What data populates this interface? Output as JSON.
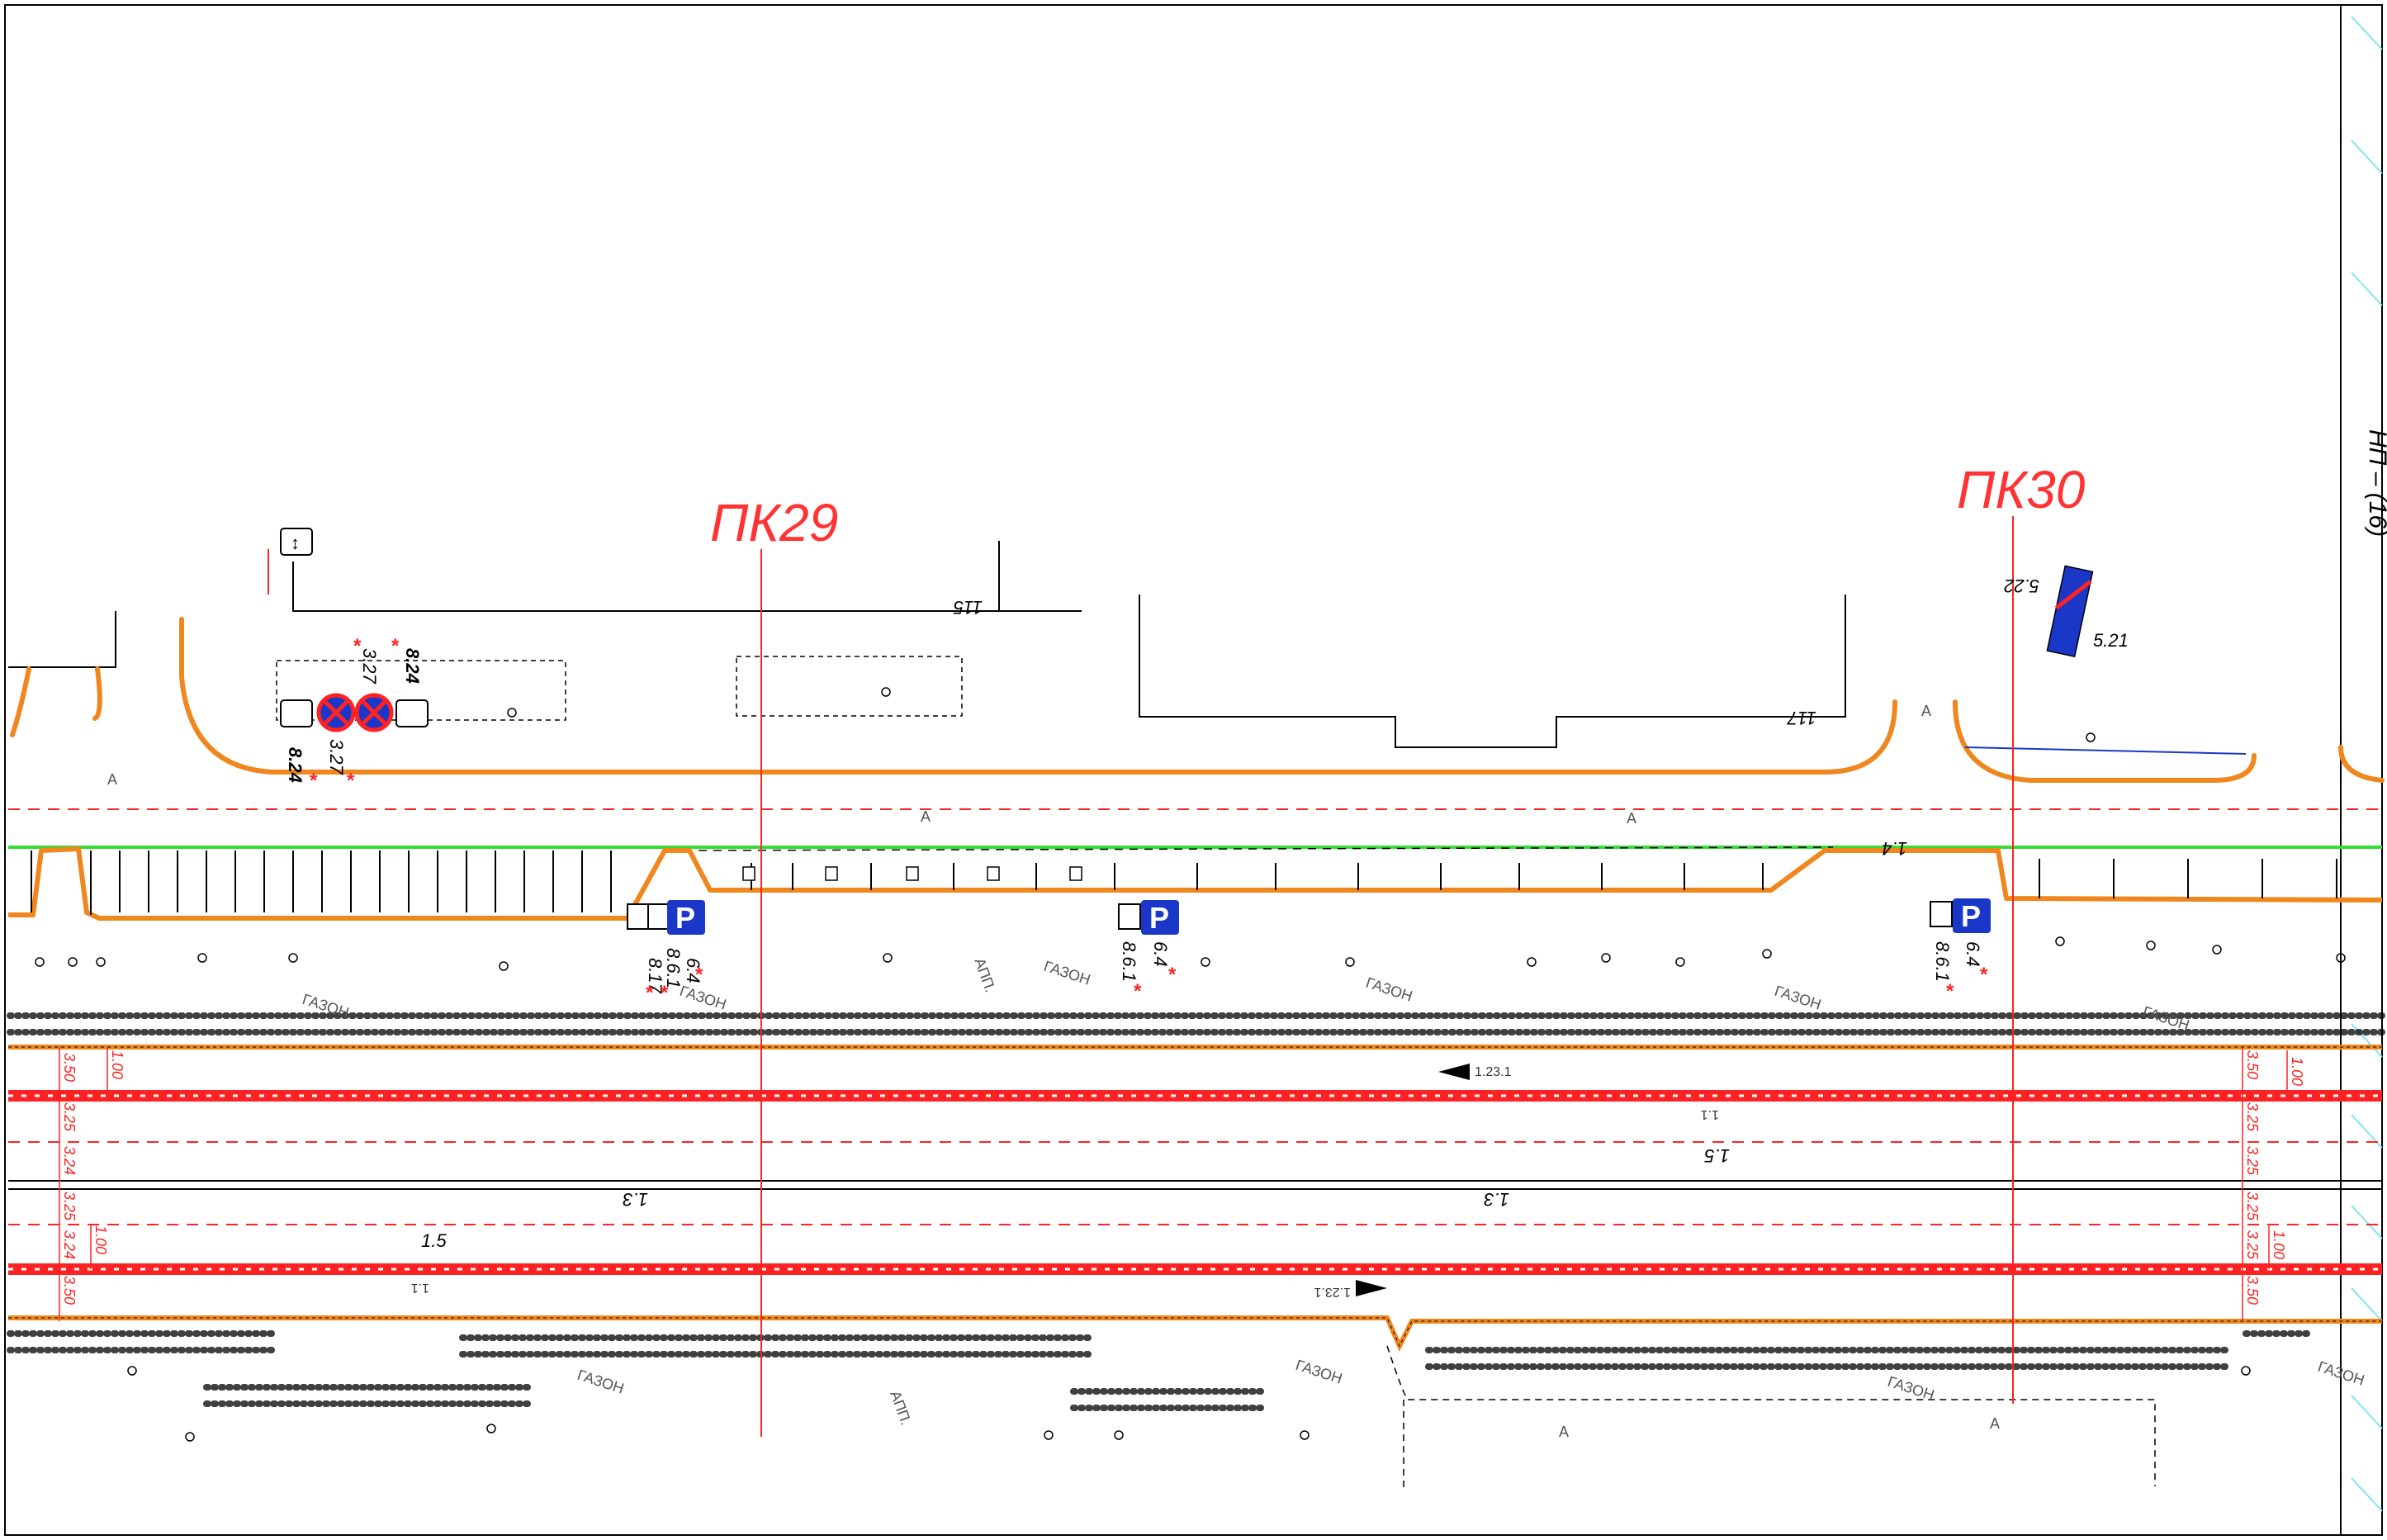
{
  "pickets": {
    "pk29": "ПК29",
    "pk30": "ПК30"
  },
  "sheet_edge_label": "НП – (16)",
  "building_numbers": {
    "b115": "115",
    "b117": "117"
  },
  "surface_labels": {
    "lawn": "ГАЗОН",
    "asphalt": "А",
    "lamp": "АПП."
  },
  "sign_codes": {
    "s327a": "3.27",
    "s327b": "3.27",
    "s824a": "8.24",
    "s824b": "8.24",
    "s64a": "6.4",
    "s861a": "8.6.1",
    "s817": "8.17",
    "s64b": "6.4",
    "s861b": "8.6.1",
    "s64c": "6.4",
    "s861c": "8.6.1",
    "s521": "5.21",
    "s522": "5.22"
  },
  "marking_codes": {
    "m1231a": "1.23.1",
    "m1231b": "1.23.1",
    "m11a": "1.1",
    "m11b": "1.1",
    "m15a": "1.5",
    "m15b": "1.5",
    "m13a": "1.3",
    "m13b": "1.3",
    "m14": "1.4"
  },
  "lane_widths": {
    "left": [
      "3.50",
      "3.25",
      "3.24",
      "3.25",
      "3.24",
      "3.50"
    ],
    "left_gap": [
      "1.00",
      "1.00"
    ],
    "right": [
      "3.50",
      "3.25",
      "3.25",
      "3.25",
      "3.25",
      "3.50"
    ],
    "right_gap": [
      "1.00",
      "1.00"
    ]
  },
  "parking_letter": "P",
  "colors": {
    "curb": "#f0871e",
    "marking": "#ff2222",
    "picket_line": "#ff2222",
    "green_line": "#33dd33",
    "blue_sign": "#1a37c8",
    "cyan_hatch": "#7fe5f0"
  }
}
